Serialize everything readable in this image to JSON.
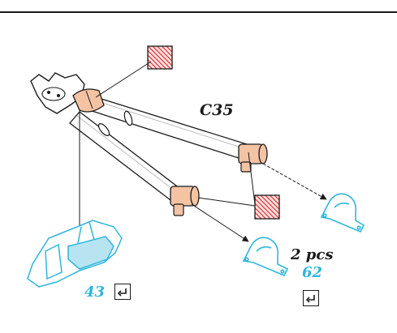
{
  "diagram": {
    "part_code": "C35",
    "quantity": "2 pcs",
    "ref_clamp": "62",
    "ref_bracket": "43"
  },
  "colors": {
    "line": "#1a1a1a",
    "cyan": "#2fb6dc",
    "sleeve": "#f3c3a4",
    "pad_red": "#e03030",
    "pad_bg": "#fbe3e3"
  },
  "icons": [
    "grease-pad-icon",
    "confirm-checkbox-icon",
    "arrow-icon"
  ]
}
